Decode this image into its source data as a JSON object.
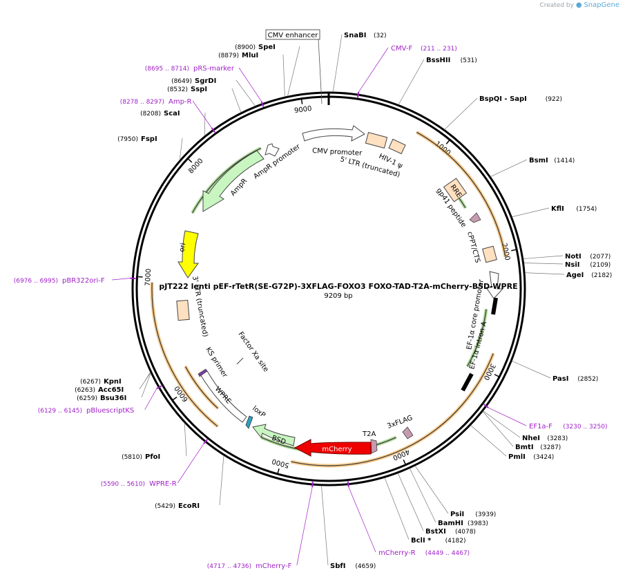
{
  "credit": {
    "prefix": "Created by",
    "brand": "SnapGene"
  },
  "plasmid": {
    "name": "pJT222 lenti pEF-rTetR(SE-G72P)-3XFLAG-FOXO3 FOXO-TAD-T2A-mCherry-BSD-WPRE",
    "length": 9209,
    "length_label": "9209 bp"
  },
  "ticks": [
    {
      "pos": 1000,
      "label": "1000"
    },
    {
      "pos": 2000,
      "label": "2000"
    },
    {
      "pos": 3000,
      "label": "3000"
    },
    {
      "pos": 4000,
      "label": "4000"
    },
    {
      "pos": 5000,
      "label": "5000"
    },
    {
      "pos": 6000,
      "label": "6000"
    },
    {
      "pos": 7000,
      "label": "7000"
    },
    {
      "pos": 8000,
      "label": "8000"
    },
    {
      "pos": 9000,
      "label": "9000"
    }
  ],
  "enzymes": [
    {
      "name": "SnaBI",
      "pos": 32,
      "pos_label": "(32)"
    },
    {
      "name": "BssHII",
      "pos": 531,
      "pos_label": "(531)"
    },
    {
      "name": "BspQI  - SapI",
      "pos": 922,
      "pos_label": "(922)"
    },
    {
      "name": "BsmI",
      "pos": 1414,
      "pos_label": "(1414)"
    },
    {
      "name": "KflI",
      "pos": 1754,
      "pos_label": "(1754)"
    },
    {
      "name": "NotI",
      "pos": 2077,
      "pos_label": "(2077)"
    },
    {
      "name": "NsiI",
      "pos": 2109,
      "pos_label": "(2109)"
    },
    {
      "name": "AgeI",
      "pos": 2182,
      "pos_label": "(2182)"
    },
    {
      "name": "PasI",
      "pos": 2852,
      "pos_label": "(2852)"
    },
    {
      "name": "NheI",
      "pos": 3283,
      "pos_label": "(3283)"
    },
    {
      "name": "BmtI",
      "pos": 3287,
      "pos_label": "(3287)"
    },
    {
      "name": "PmlI",
      "pos": 3424,
      "pos_label": "(3424)"
    },
    {
      "name": "PsiI",
      "pos": 3939,
      "pos_label": "(3939)"
    },
    {
      "name": "BamHI",
      "pos": 3983,
      "pos_label": "(3983)"
    },
    {
      "name": "BstXI",
      "pos": 4078,
      "pos_label": "(4078)"
    },
    {
      "name": "BclI *",
      "pos": 4182,
      "pos_label": "(4182)"
    },
    {
      "name": "SbfI",
      "pos": 4659,
      "pos_label": "(4659)"
    },
    {
      "name": "EcoRI",
      "pos": 5429,
      "pos_label": "(5429)"
    },
    {
      "name": "PfoI",
      "pos": 5810,
      "pos_label": "(5810)"
    },
    {
      "name": "Bsu36I",
      "pos": 6259,
      "pos_label": "(6259)"
    },
    {
      "name": "Acc65I",
      "pos": 6263,
      "pos_label": "(6263)"
    },
    {
      "name": "KpnI",
      "pos": 6267,
      "pos_label": "(6267)"
    },
    {
      "name": "FspI",
      "pos": 7950,
      "pos_label": "(7950)"
    },
    {
      "name": "ScaI",
      "pos": 8208,
      "pos_label": "(8208)"
    },
    {
      "name": "SspI",
      "pos": 8532,
      "pos_label": "(8532)"
    },
    {
      "name": "SgrDI",
      "pos": 8649,
      "pos_label": "(8649)"
    },
    {
      "name": "MluI",
      "pos": 8879,
      "pos_label": "(8879)"
    },
    {
      "name": "SpeI",
      "pos": 8900,
      "pos_label": "(8900)"
    }
  ],
  "primers": [
    {
      "name": "CMV-F",
      "pos": 221,
      "range_label": "(211 .. 231)"
    },
    {
      "name": "EF1a-F",
      "pos": 3240,
      "range_label": "(3230 .. 3250)"
    },
    {
      "name": "mCherry-R",
      "pos": 4458,
      "range_label": "(4449 .. 4467)"
    },
    {
      "name": "mCherry-F",
      "pos": 4726,
      "range_label": "(4717 .. 4736)"
    },
    {
      "name": "WPRE-R",
      "pos": 5600,
      "range_label": "(5590 .. 5610)"
    },
    {
      "name": "pBluescriptKS",
      "pos": 6137,
      "range_label": "(6129 .. 6145)"
    },
    {
      "name": "pBR322ori-F",
      "pos": 6985,
      "range_label": "(6976 .. 6995)"
    },
    {
      "name": "Amp-R",
      "pos": 8287,
      "range_label": "(8278 .. 8297)"
    },
    {
      "name": "pRS-marker",
      "pos": 8704,
      "range_label": "(8695 .. 8714)"
    }
  ],
  "features": {
    "cmv_enhancer": "CMV enhancer",
    "cmv_promoter": "CMV promoter",
    "ltr5": "5' LTR (truncated)",
    "hiv_psi": "HIV-1 ψ",
    "rre": "RRE",
    "gp41": "gp41 peptide",
    "cppt": "cPPT/CTS",
    "ef1a_core": "EF-1α core promoter",
    "ef1a_intron": "EF-1α intron A",
    "flag": "3xFLAG",
    "t2a": "T2A",
    "mcherry": "mCherry",
    "bsd": "BSD",
    "loxp": "loxP",
    "wpre": "WPRE",
    "ks_primer": "KS primer",
    "factor_xa": "Factor Xa site",
    "ltr3": "3' LTR (truncated)",
    "ori": "ori",
    "ampr": "AmpR",
    "ampr_promoter": "AmpR promoter"
  },
  "colors": {
    "backbone": "#000000",
    "primer": "#a020c8",
    "gene_green": "#c8f5c0",
    "ori": "#ffff00",
    "mcherry": "#ee0000",
    "misc": "#ffe0c0",
    "orf_orange": "#f0a030",
    "orf_green": "#6fc04a"
  }
}
